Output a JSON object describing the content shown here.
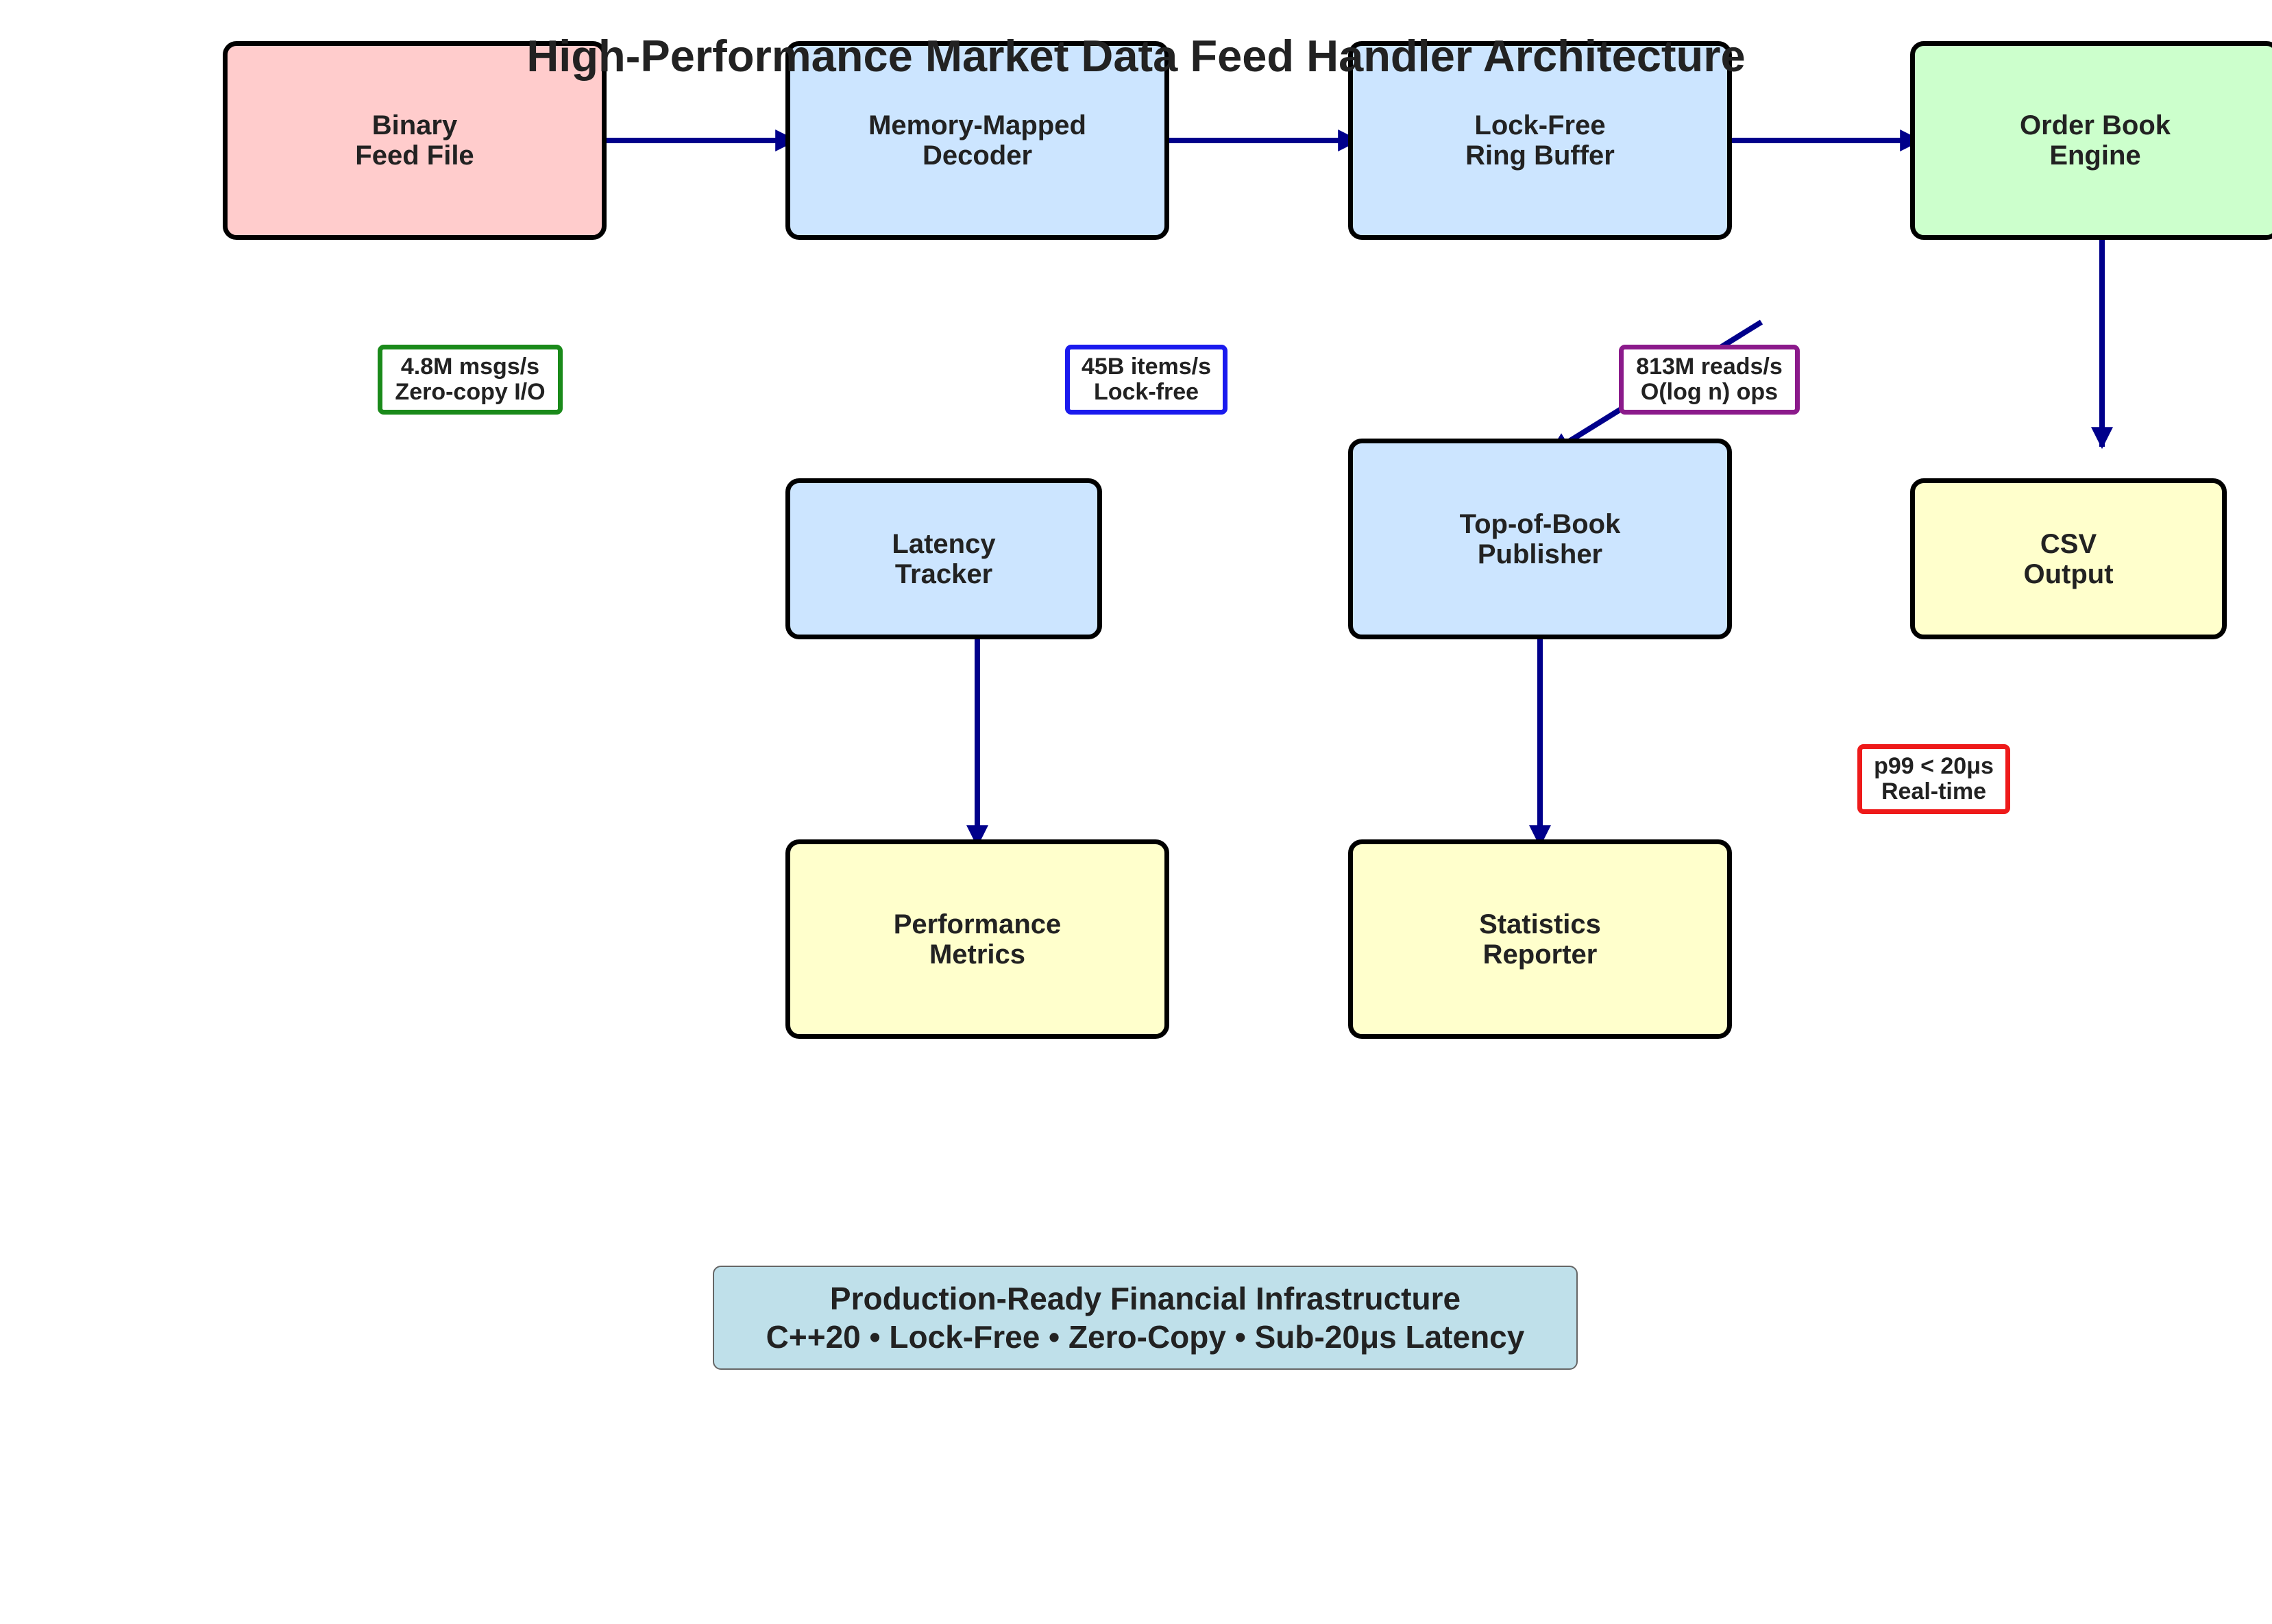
{
  "title": "High-Performance Market Data Feed Handler Architecture",
  "nodes": {
    "binary_feed": "Binary\nFeed File",
    "mmap_decoder": "Memory-Mapped\nDecoder",
    "ring_buffer": "Lock-Free\nRing Buffer",
    "order_book": "Order Book\nEngine",
    "latency_tracker": "Latency\nTracker",
    "top_of_book": "Top-of-Book\nPublisher",
    "csv_output": "CSV\nOutput",
    "performance_metrics": "Performance\nMetrics",
    "statistics_reporter": "Statistics\nReporter"
  },
  "badges": {
    "feed_throughput": "4.8M msgs/s\nZero-copy I/O",
    "ring_throughput": "45B items/s\nLock-free",
    "book_reads": "813M reads/s\nO(log n) ops",
    "latency_p99": "p99 < 20μs\nReal-time"
  },
  "footer": {
    "line1": "Production-Ready Financial Infrastructure",
    "line2": "C++20 • Lock-Free • Zero-Copy • Sub-20μs Latency"
  },
  "colors": {
    "source": "#ffcccc",
    "process": "#cce5ff",
    "engine": "#ccffcc",
    "output": "#ffffcc",
    "arrow": "#00008b",
    "badge_green": "#1a8a1a",
    "badge_blue": "#1a1aee",
    "badge_purple": "#8b1a8b",
    "badge_red": "#ee1a1a",
    "footer_bg": "#bfe0ea"
  }
}
